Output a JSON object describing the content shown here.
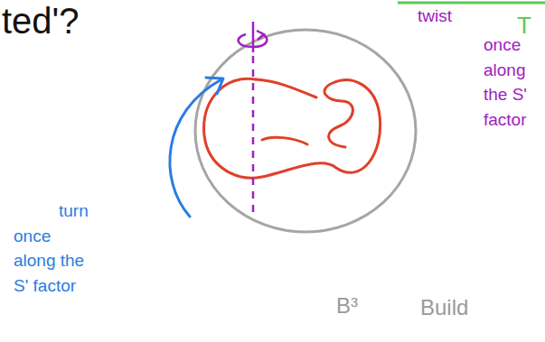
{
  "diagram": {
    "labels": [
      "ted'?",
      "T",
      "twist",
      "once along the S' factor",
      "turn once along the S' factor",
      "B³",
      "Build"
    ]
  }
}
